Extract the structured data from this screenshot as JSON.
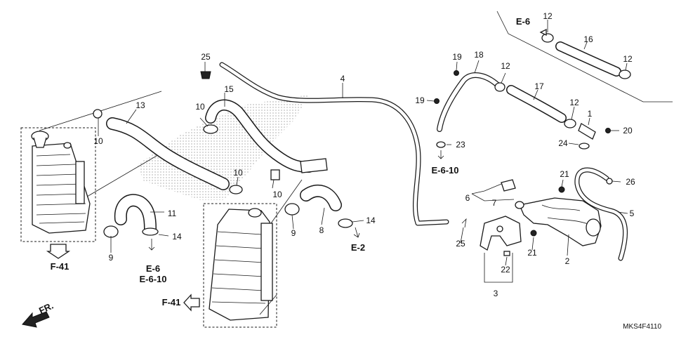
{
  "callouts": {
    "p1": "1",
    "p2": "2",
    "p3": "3",
    "p4": "4",
    "p5": "5",
    "p6": "6",
    "p7": "7",
    "p8": "8",
    "p9a": "9",
    "p9b": "9",
    "p10a": "10",
    "p10b": "10",
    "p10c": "10",
    "p10d": "10",
    "p11": "11",
    "p12a": "12",
    "p12b": "12",
    "p12c": "12",
    "p12d": "12",
    "p13": "13",
    "p14a": "14",
    "p14b": "14",
    "p15": "15",
    "p16": "16",
    "p17": "17",
    "p18": "18",
    "p19a": "19",
    "p19b": "19",
    "p20": "20",
    "p21a": "21",
    "p21b": "21",
    "p22": "22",
    "p23": "23",
    "p24": "24",
    "p25a": "25",
    "p25b": "25",
    "p26": "26"
  },
  "references": {
    "e6_top": "E-6",
    "e6_10_mid": "E-6-10",
    "e2": "E-2",
    "e6_bottom": "E-6",
    "e6_10_bottom": "E-6-10",
    "f41_left": "F-41",
    "f41_right": "F-41"
  },
  "direction_label": "FR.",
  "diagram_code": "MKS4F4110"
}
